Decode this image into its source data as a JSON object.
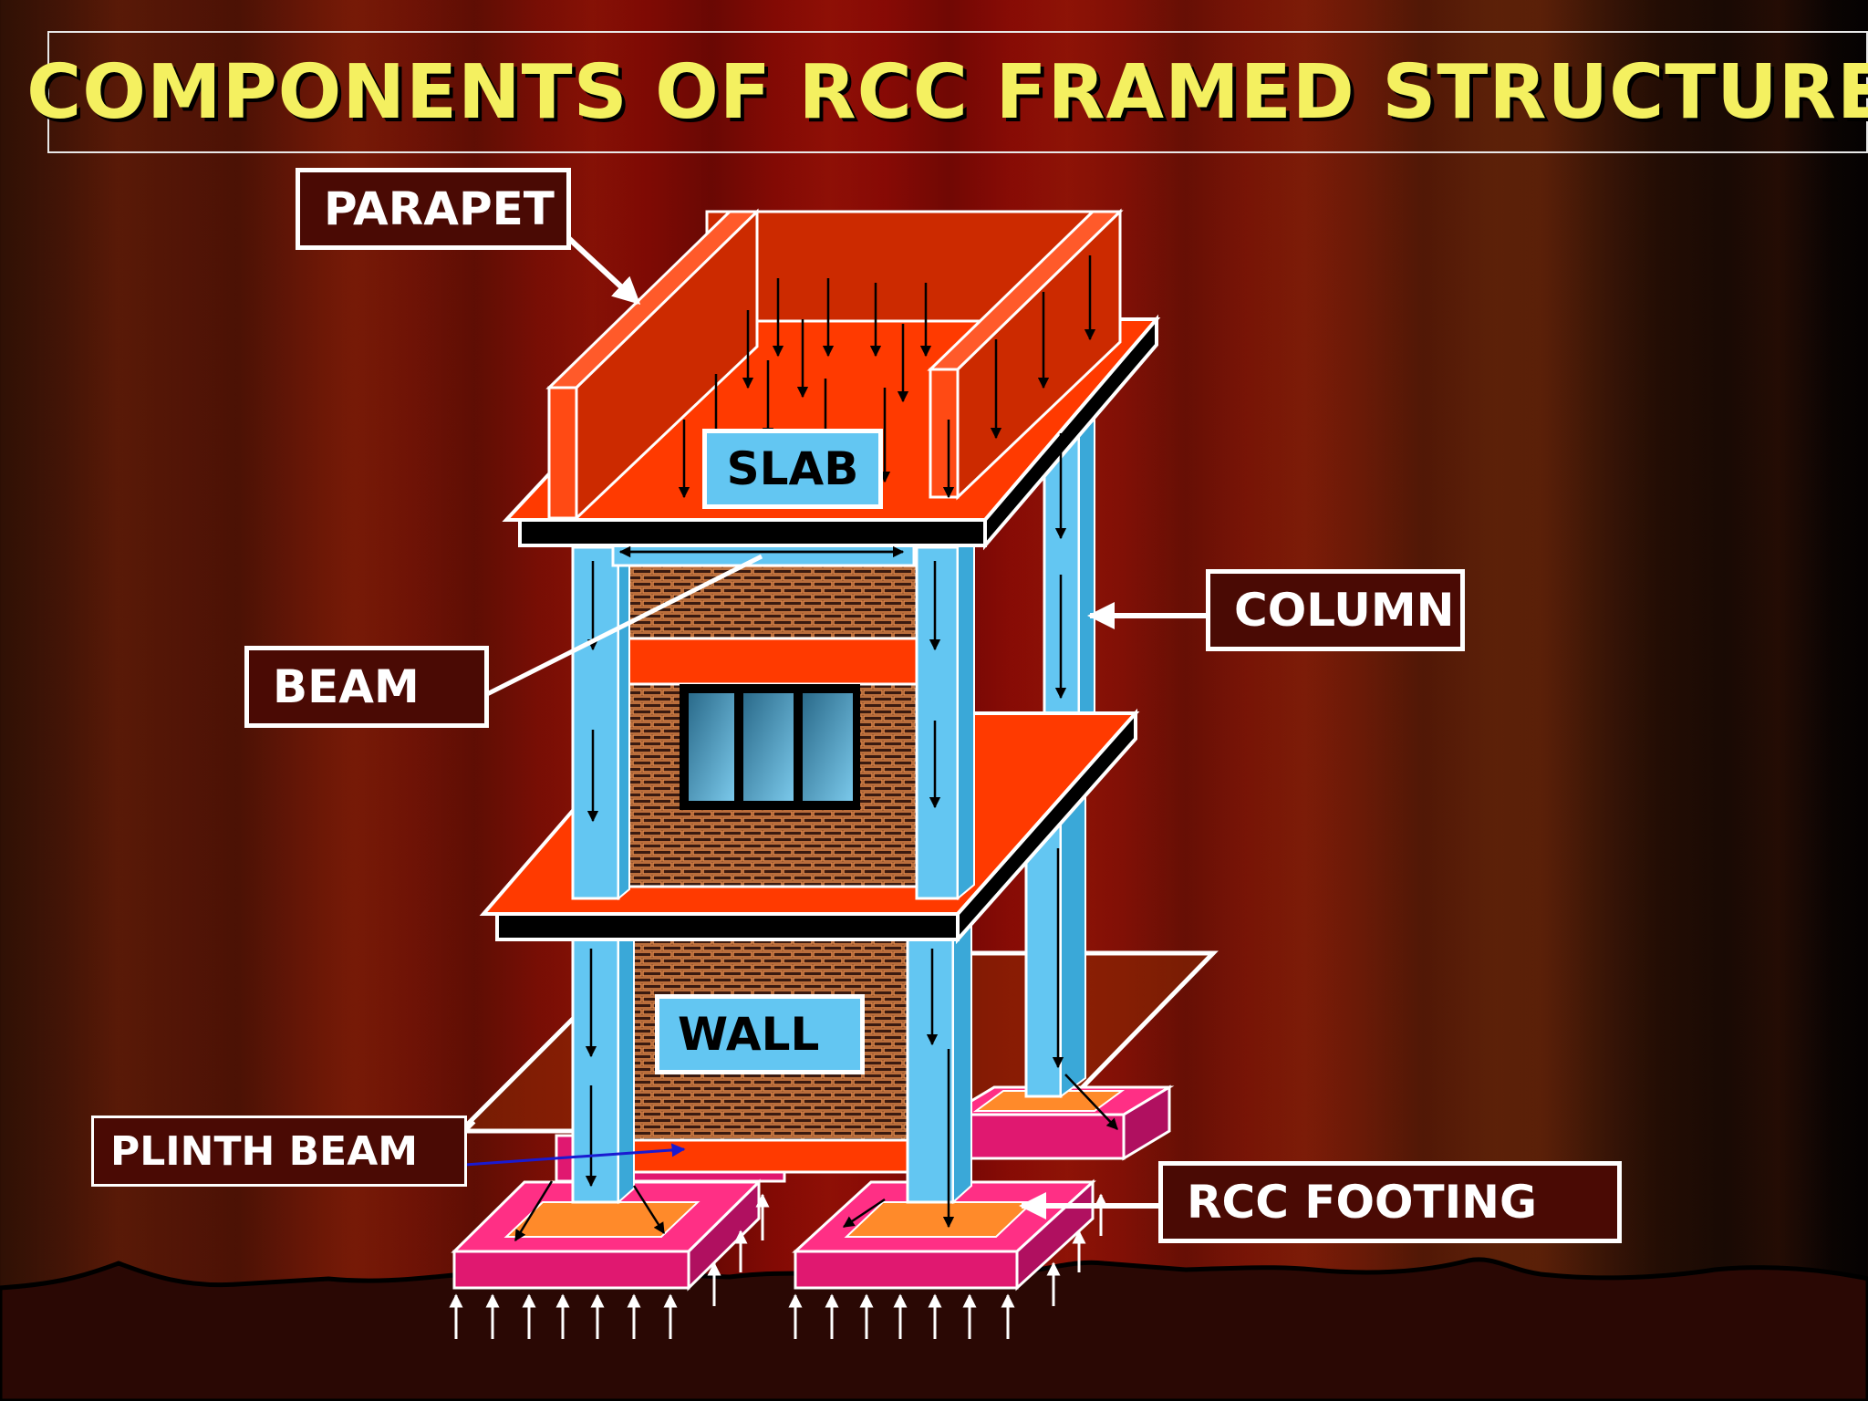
{
  "title": "COMPONENTS OF RCC FRAMED STRUCTURE",
  "labels": {
    "parapet": "PARAPET",
    "slab": "SLAB",
    "column": "COLUMN",
    "beam": "BEAM",
    "wall": "WALL",
    "plinth_beam": "PLINTH BEAM",
    "rcc_footing": "RCC FOOTING"
  },
  "colors": {
    "title": "#f4f060",
    "slab": "#ff3a00",
    "column": "#63c6f2",
    "footing": "#ff2f85",
    "footing_pad": "#ff8a2a",
    "brick": "#e58a4a"
  }
}
